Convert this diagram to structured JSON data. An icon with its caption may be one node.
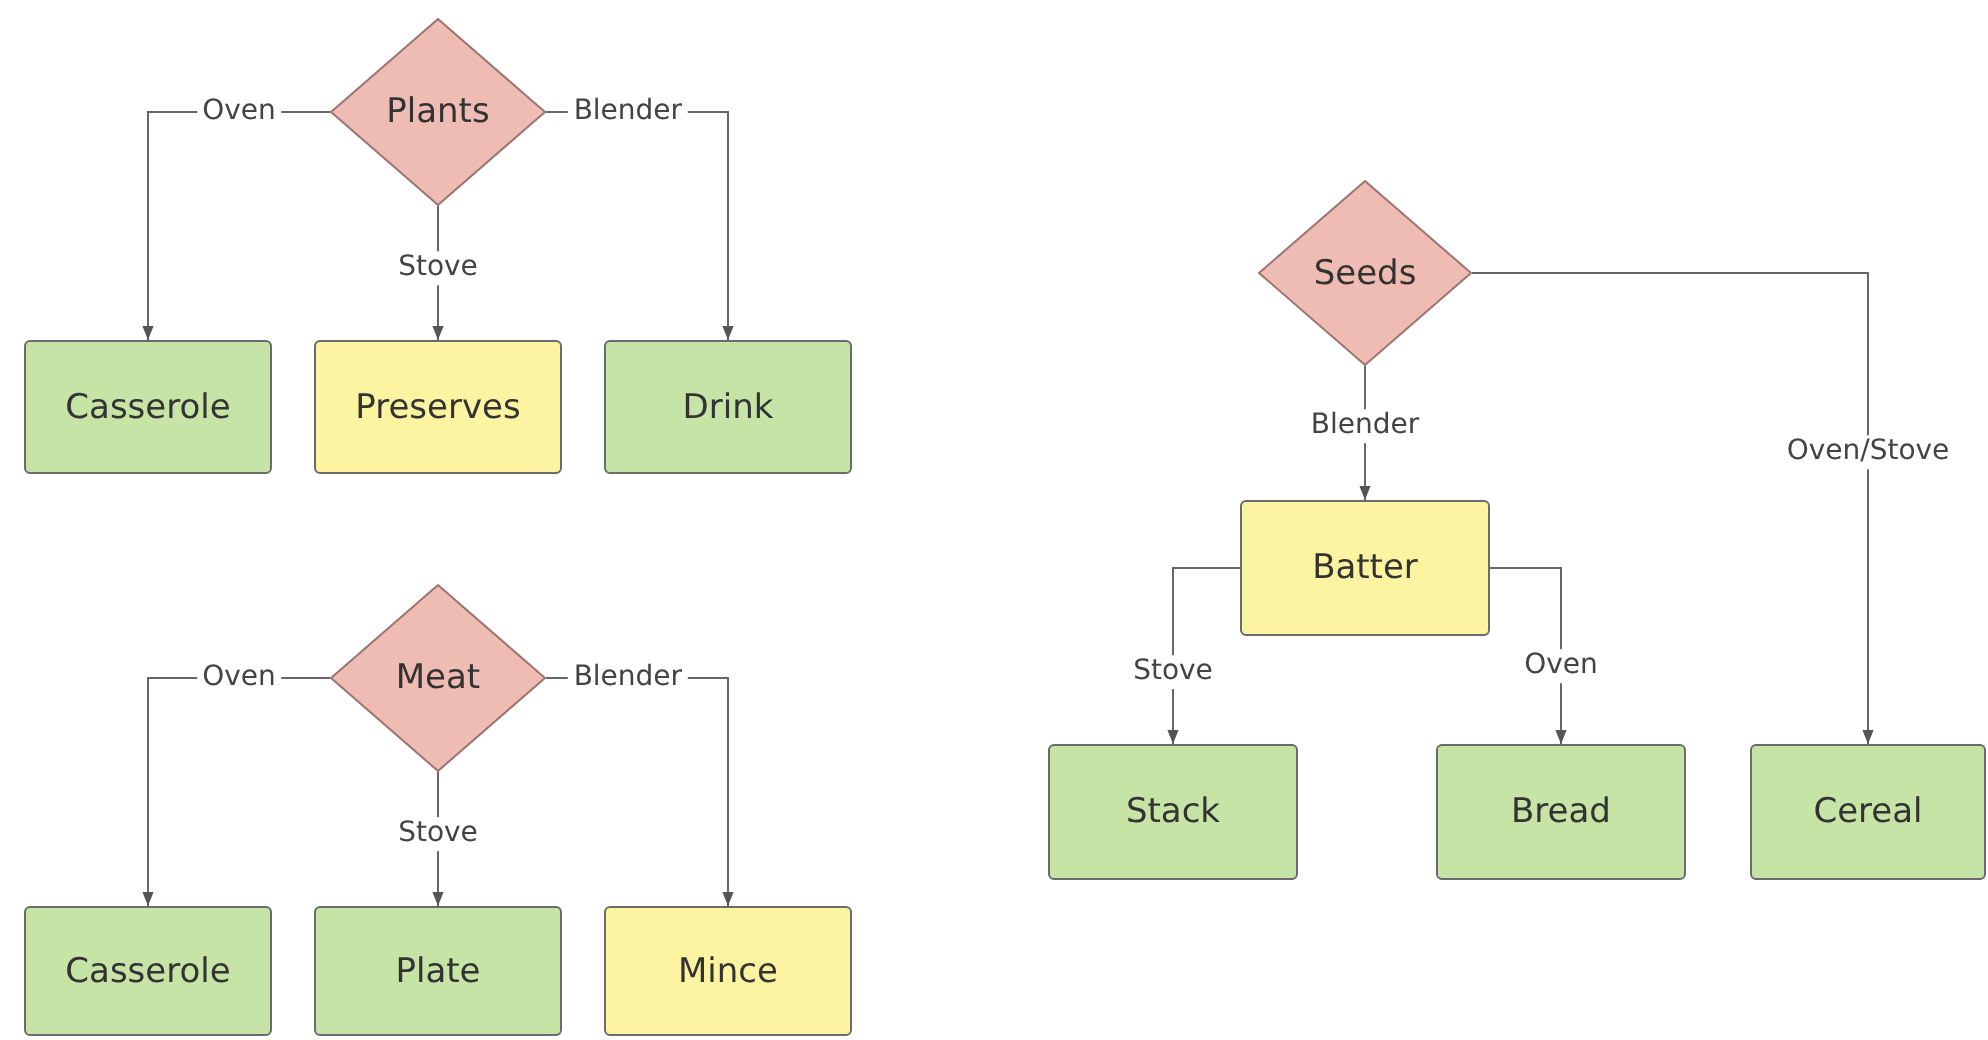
{
  "diagram": {
    "nodes": [
      {
        "text": [
          "Plants"
        ]
      },
      {
        "text": [
          "Casserole"
        ]
      },
      {
        "text": [
          "Preserves"
        ]
      },
      {
        "text": [
          "Drink"
        ]
      },
      {
        "text": [
          "Meat"
        ]
      },
      {
        "text": [
          "Casserole"
        ]
      },
      {
        "text": [
          "Plate"
        ]
      },
      {
        "text": [
          "Mince"
        ]
      },
      {
        "text": [
          "Seeds"
        ]
      },
      {
        "text": [
          "Batter"
        ]
      },
      {
        "text": [
          "Stack"
        ]
      },
      {
        "text": [
          "Bread"
        ]
      },
      {
        "text": [
          "Cereal"
        ]
      }
    ],
    "edges": [
      {
        "from": 0,
        "to": 1,
        "arrow": "to",
        "label": "Oven"
      },
      {
        "from": 0,
        "to": 2,
        "arrow": "to",
        "label": "Stove"
      },
      {
        "from": 0,
        "to": 3,
        "arrow": "to",
        "label": "Blender"
      },
      {
        "from": 4,
        "to": 5,
        "arrow": "to",
        "label": "Oven"
      },
      {
        "from": 4,
        "to": 6,
        "arrow": "to",
        "label": "Stove"
      },
      {
        "from": 4,
        "to": 7,
        "arrow": "to",
        "label": "Blender"
      },
      {
        "from": 8,
        "to": 9,
        "arrow": "to",
        "label": "Blender"
      },
      {
        "from": 8,
        "to": 12,
        "arrow": "to",
        "label": "Oven/Stove"
      },
      {
        "from": 9,
        "to": 10,
        "arrow": "to",
        "label": "Stove"
      },
      {
        "from": 9,
        "to": 11,
        "arrow": "to",
        "label": "Oven"
      }
    ]
  }
}
